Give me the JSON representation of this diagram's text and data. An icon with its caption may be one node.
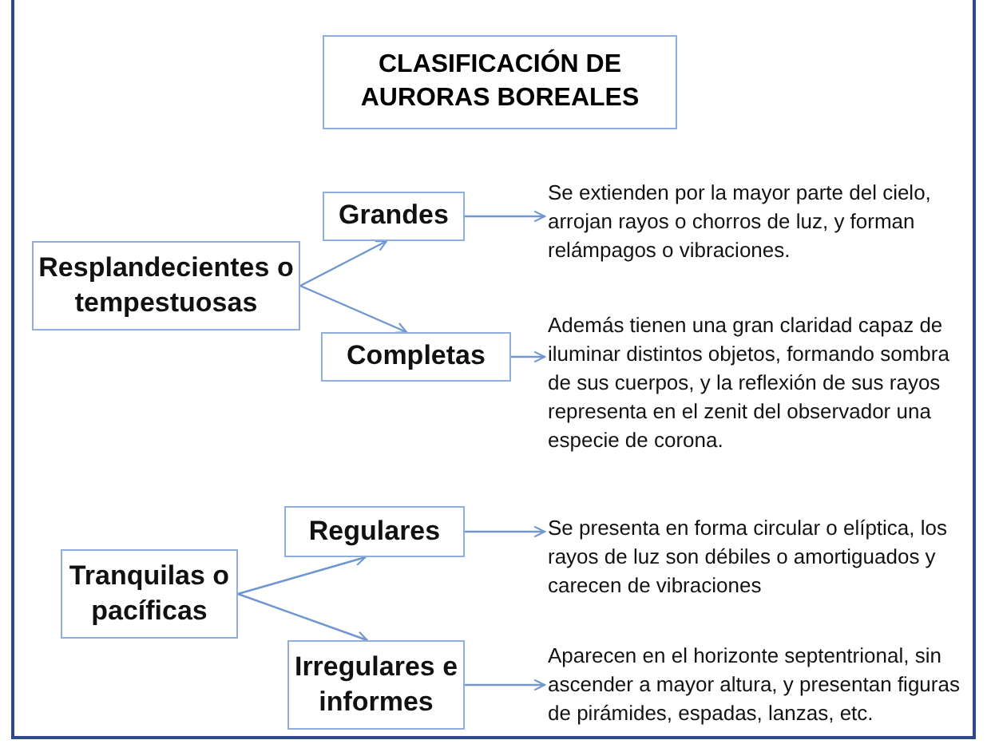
{
  "diagram": {
    "title": "CLASIFICACIÓN DE AURORAS BOREALES",
    "nodes": [
      {
        "text": [
          "Resplandecientes o tempestuosas"
        ]
      },
      {
        "text": [
          "Grandes"
        ]
      },
      {
        "text": [
          "Se extienden por la mayor parte del cielo, arrojan rayos o chorros de luz, y forman relámpagos o vibraciones."
        ]
      },
      {
        "text": [
          "Completas"
        ]
      },
      {
        "text": [
          "Además tienen una gran claridad capaz de iluminar distintos objetos, formando sombra de sus cuerpos, y la reflexión de sus rayos representa en el zenit del observador una especie de corona."
        ]
      },
      {
        "text": [
          "Tranquilas o pacíficas"
        ]
      },
      {
        "text": [
          "Regulares"
        ]
      },
      {
        "text": [
          "Se presenta en forma circular o elíptica, los rayos de luz son débiles o amortiguados y carecen de vibraciones"
        ]
      },
      {
        "text": [
          "Irregulares e informes"
        ]
      },
      {
        "text": [
          "Aparecen en el horizonte septentrional, sin ascender a mayor altura, y presentan figuras de pirámides, espadas, lanzas, etc."
        ]
      }
    ],
    "edges": [
      {
        "from": 0,
        "to": 1,
        "arrow": "to"
      },
      {
        "from": 0,
        "to": 3,
        "arrow": "to"
      },
      {
        "from": 1,
        "to": 2,
        "arrow": "to"
      },
      {
        "from": 3,
        "to": 4,
        "arrow": "to"
      },
      {
        "from": 5,
        "to": 6,
        "arrow": "to"
      },
      {
        "from": 5,
        "to": 8,
        "arrow": "to"
      },
      {
        "from": 6,
        "to": 7,
        "arrow": "to"
      },
      {
        "from": 8,
        "to": 9,
        "arrow": "to"
      }
    ]
  }
}
